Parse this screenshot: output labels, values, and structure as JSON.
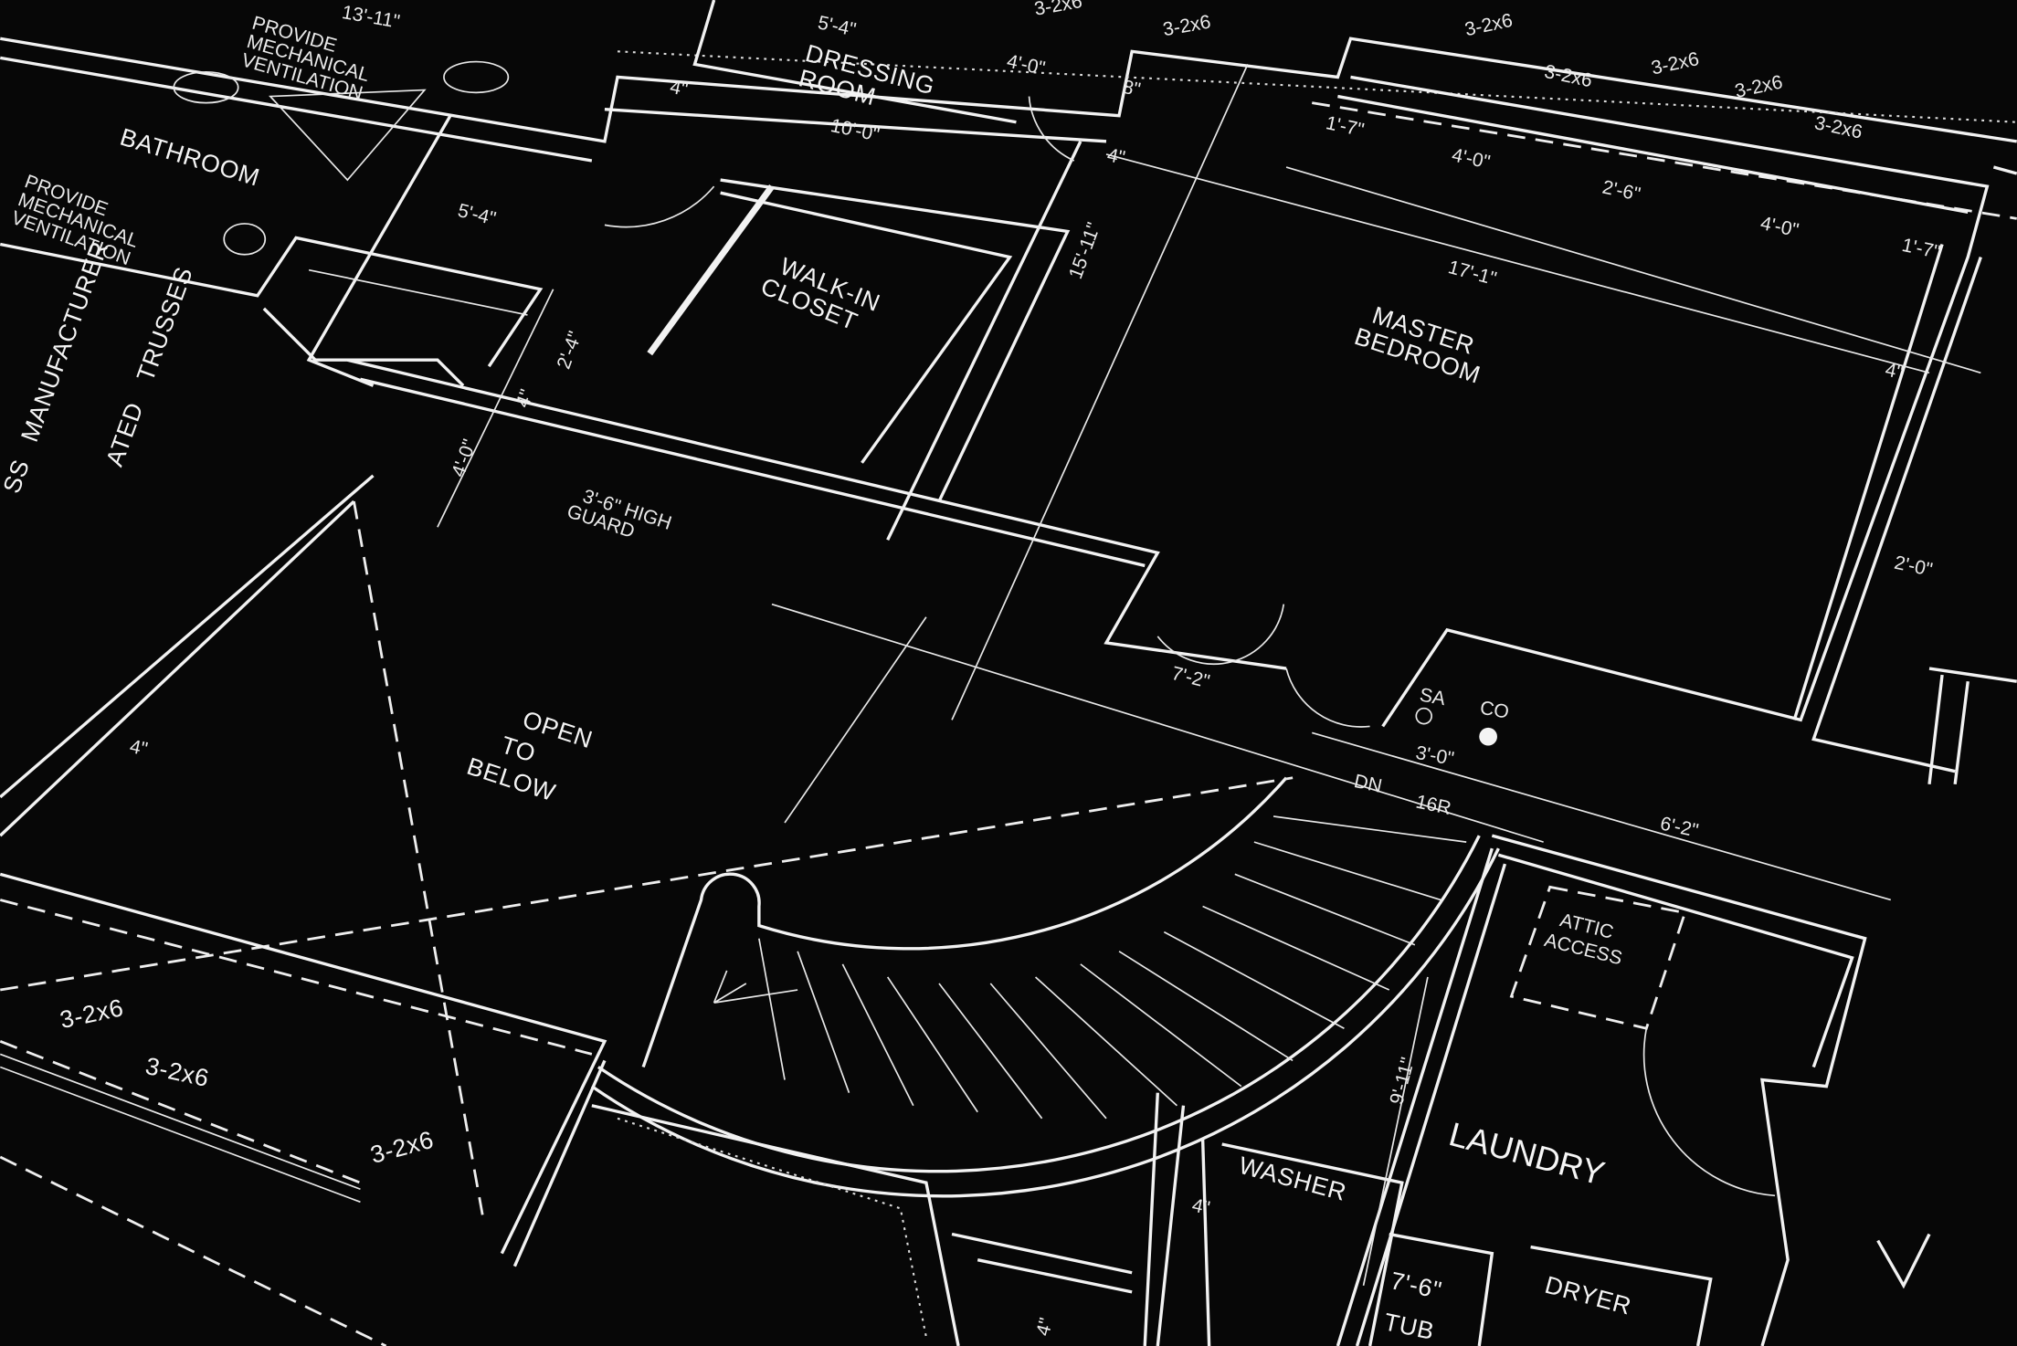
{
  "colors": {
    "background": "#070707",
    "lines": "#f2f2f2"
  },
  "rooms": {
    "bathroom": "BATHROOM",
    "dressing_room": [
      "DRESSING",
      "ROOM"
    ],
    "walk_in_closet": [
      "WALK-IN",
      "CLOSET"
    ],
    "master_bedroom": [
      "MASTER",
      "BEDROOM"
    ],
    "open_to_below": [
      "OPEN",
      "TO",
      "BELOW"
    ],
    "laundry": "LAUNDRY",
    "washer": "WASHER",
    "dryer": "DRYER",
    "tub": "TUB",
    "attic_access": [
      "ATTIC",
      "ACCESS"
    ]
  },
  "notes": {
    "ventilation_top": [
      "PROVIDE",
      "MECHANICAL",
      "VENTILATION"
    ],
    "ventilation_bath": [
      "PROVIDE",
      "MECHANICAL",
      "VENTILATION"
    ],
    "trusses": "TRUSSES",
    "manufacturer": "MANUFACTURER",
    "ated": "ATED",
    "ss": "SS",
    "guard": [
      "3'-6\" HIGH",
      "GUARD"
    ],
    "sa": "SA",
    "co": "CO",
    "dn": "DN",
    "risers": "16R"
  },
  "dimensions": {
    "d13_11": "13'-11\"",
    "d5_4_top": "5'-4\"",
    "d4_0_top": "4'-0\"",
    "d8": "8\"",
    "d4_a": "4\"",
    "d4_b": "4\"",
    "d10_0": "10'-0\"",
    "d5_4": "5'-4\"",
    "d15_11": "15'-11\"",
    "d17_1": "17'-1\"",
    "d1_7_a": "1'-7\"",
    "d4_0_a": "4'-0\"",
    "d2_6": "2'-6\"",
    "d4_0_b": "4'-0\"",
    "d1_7_b": "1'-7\"",
    "d4_c": "4\"",
    "d2_4": "2'-4\"",
    "d4_d": "4\"",
    "d4_0_v": "4'-0\"",
    "d2_0": "2'-0\"",
    "d7_2": "7'-2\"",
    "d3_0": "3'-0\"",
    "d6_2": "6'-2\"",
    "d4_e": "4\"",
    "d9_11": "9'-11\"",
    "d4_f": "4\"",
    "d7_6": "7'-6\"",
    "d4_g": "4\""
  },
  "framing": [
    "3-2x6",
    "3-2x6",
    "3-2x6",
    "3-2x6",
    "3-2x6",
    "3-2x6",
    "3-2x6",
    "3-2x6",
    "3-2x6",
    "3-2x6"
  ]
}
